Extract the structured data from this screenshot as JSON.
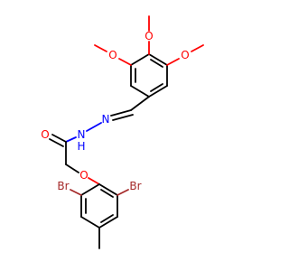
{
  "figure": {
    "colors": {
      "oxygen": "#ff0000",
      "nitrogen": "#0000ff",
      "bromine": "#a52a2a",
      "carbon": "#000000",
      "hydrogen": "#000000",
      "background": "#ffffff"
    },
    "labels": {
      "o_methoxy_top": "O",
      "o_methoxy_left": "O",
      "o_methoxy_right": "O",
      "n_imine": "N",
      "n_amide": "N",
      "h_amide": "H",
      "o_carbonyl": "O",
      "o_ether": "O",
      "br_left": "Br",
      "br_right": "Br"
    }
  }
}
